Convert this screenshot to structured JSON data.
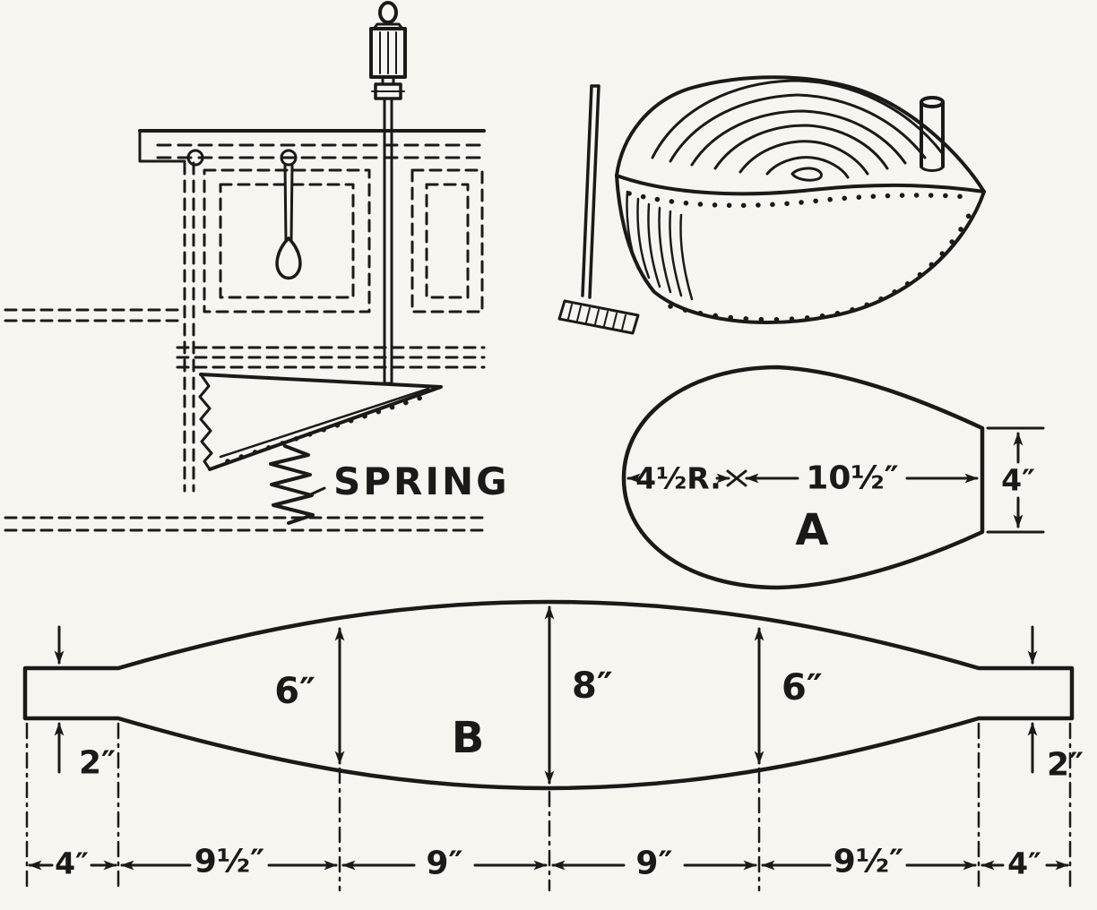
{
  "colors": {
    "ink": "#1b1a17",
    "paper": "#f7f5f0"
  },
  "drawing": {
    "spring_label": "SPRING",
    "part_a": {
      "label": "A",
      "radius_dim": "4½R.",
      "length_dim": "10½″",
      "end_width_dim": "4″"
    },
    "part_b": {
      "label": "B",
      "heights": [
        "6″",
        "8″",
        "6″"
      ],
      "end_heights": [
        "2″",
        "2″"
      ],
      "stations": [
        "4″",
        "9½″",
        "9″",
        "9″",
        "9½″",
        "4″"
      ]
    }
  }
}
